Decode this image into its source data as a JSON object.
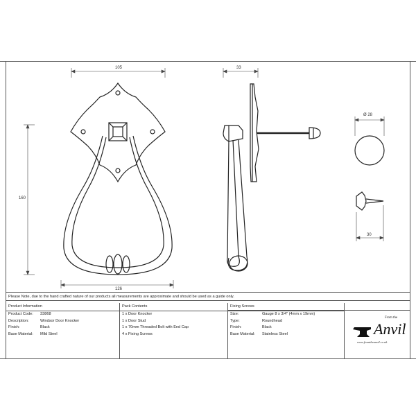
{
  "drawing": {
    "dimensions": {
      "front_width": "105",
      "side_depth": "33",
      "height": "160",
      "base_width": "126",
      "cap_diameter": "Ø 28",
      "screw_length": "30"
    }
  },
  "note": "Please Note, due to the hand crafted nature of our products all measurements are approximate and should be used as a guide only.",
  "product_info": {
    "heading": "Product Information",
    "rows": [
      {
        "label": "Product Code:",
        "value": "33868"
      },
      {
        "label": "Description:",
        "value": "Windsor Door Knocker"
      },
      {
        "label": "Finish:",
        "value": "Black"
      },
      {
        "label": "Base Material:",
        "value": "Mild Steel"
      }
    ]
  },
  "pack_contents": {
    "heading": "Pack Contents",
    "items": [
      "1 x Door Knocker",
      "1 x Door Stud",
      "1 x 70mm Threaded Bolt with End Cap",
      "4 x Fixing Screws"
    ]
  },
  "fixing_screws": {
    "heading": "Fixing Screws",
    "rows": [
      {
        "label": "Size:",
        "value": "Gauge 8 x 3/4\" (4mm x 19mm)"
      },
      {
        "label": "Type:",
        "value": "Roundhead"
      },
      {
        "label": "Finish:",
        "value": "Black"
      },
      {
        "label": "Base Material:",
        "value": "Stainless Steel"
      }
    ]
  },
  "logo": {
    "small_text": "From the",
    "brand": "Anvil",
    "url": "www.fromtheanvil.co.uk"
  }
}
